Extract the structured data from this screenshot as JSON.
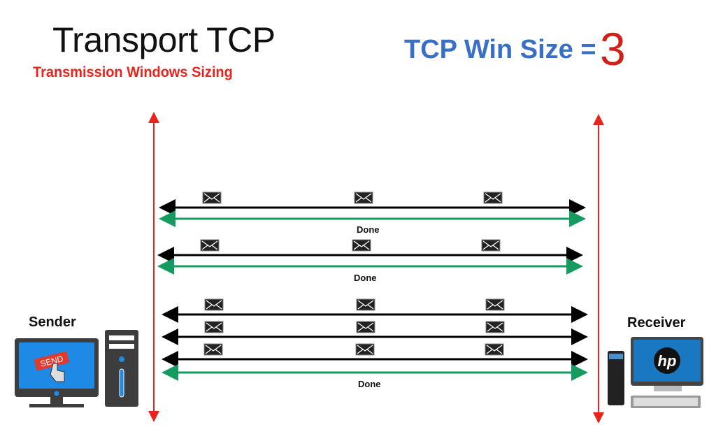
{
  "header": {
    "title": "Transport TCP",
    "subtitle": "Transmission Windows Sizing",
    "win_size_label": "TCP Win Size =",
    "win_size_value": "3"
  },
  "sender": {
    "label": "Sender",
    "button_text": "SEND"
  },
  "receiver": {
    "label": "Receiver",
    "logo_text": "hp"
  },
  "groups": [
    {
      "segments": 3,
      "done_label": "Done"
    },
    {
      "segments": 3,
      "done_label": "Done"
    },
    {
      "segments": 3,
      "done_label": "Done"
    }
  ],
  "colors": {
    "timeline": "#e8241c",
    "data_arrow": "#000000",
    "ack_arrow": "#159a5f",
    "title_blue": "#3a6fc8"
  }
}
